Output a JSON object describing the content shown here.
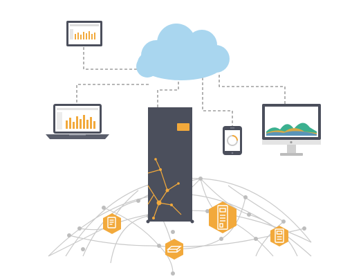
{
  "diagram": {
    "colors": {
      "cloud": "#a9d6ef",
      "connector": "#8a8a8a",
      "device_frame": "#4b4f5c",
      "server": "#4b4f5c",
      "accent": "#f2a93b",
      "globe_line": "#c9c9c9"
    },
    "nodes": [
      {
        "id": "cloud",
        "icon": "cloud-icon"
      },
      {
        "id": "tablet",
        "icon": "tablet-dashboard-icon"
      },
      {
        "id": "laptop",
        "icon": "laptop-dashboard-icon"
      },
      {
        "id": "smartphone",
        "icon": "smartphone-icon"
      },
      {
        "id": "desktop-monitor",
        "icon": "monitor-chart-icon"
      },
      {
        "id": "server-tower",
        "icon": "server-tower-icon"
      },
      {
        "id": "globe-network",
        "icon": "globe-mesh-icon"
      }
    ],
    "hex_badges": [
      {
        "id": "document",
        "icon": "document-icon"
      },
      {
        "id": "router",
        "icon": "router-icon"
      },
      {
        "id": "inverter",
        "icon": "inverter-cabinet-icon"
      },
      {
        "id": "meter",
        "icon": "meter-icon"
      }
    ]
  }
}
